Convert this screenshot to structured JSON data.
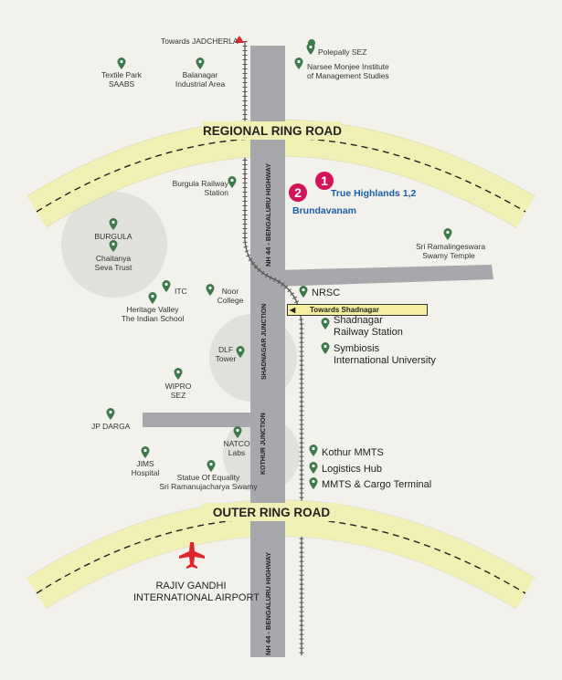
{
  "roads": {
    "regional_ring_road": "REGIONAL RING ROAD",
    "outer_ring_road": "OUTER RING ROAD",
    "highway_upper": "NH 44 - BENGALURU HIGHWAY",
    "highway_lower": "NH 44 - BENGALURU HIGHWAY",
    "towards_jadcherla": "Towards JADCHERLA",
    "towards_shadnagar": "Towards Shadnagar"
  },
  "junctions": {
    "burgula": "BURGULA",
    "shadnagar": "SHADNAGAR JUNCTION",
    "kothur": "KOTHUR JUNCTION"
  },
  "projects": {
    "marker_1": "1",
    "marker_2": "2",
    "true_highlands": "True Highlands 1,2",
    "brundavanam": "Brundavanam"
  },
  "places": {
    "polepally": "Polepally SEZ",
    "narsee_1": "Narsee Monjee Institute",
    "narsee_2": "of Management Studies",
    "textile_1": "Textile Park",
    "textile_2": "SAABS",
    "balanagar_1": "Balanagar",
    "balanagar_2": "Industrial Area",
    "burgula_station_1": "Burgula Railway",
    "burgula_station_2": "Station",
    "chaitanya_1": "Chaitanya",
    "chaitanya_2": "Seva Trust",
    "sri_rama_1": "Sri Ramalingeswara",
    "sri_rama_2": "Swamy Temple",
    "itc": "ITC",
    "noor_1": "Noor",
    "noor_2": "College",
    "heritage_1": "Heritage Valley",
    "heritage_2": "The Indian School",
    "nrsc": "NRSC",
    "shadnagar_station_1": "Shadnagar",
    "shadnagar_station_2": "Railway Station",
    "symbiosis_1": "Symbiosis",
    "symbiosis_2": "International University",
    "dlf_1": "DLF",
    "dlf_2": "Tower",
    "wipro_1": "WIPRO",
    "wipro_2": "SEZ",
    "jp_darga": "JP DARGA",
    "natco_1": "NATCO",
    "natco_2": "Labs",
    "jims_1": "JIMS",
    "jims_2": "Hospital",
    "statue_1": "Statue Of Equality",
    "statue_2": "Sri Ramanujacharya Swamy",
    "kothur_mmts": "Kothur MMTS",
    "logistics_hub": "Logistics Hub",
    "mmts_cargo": "MMTS & Cargo Terminal",
    "airport_1": "RAJIV GANDHI",
    "airport_2": "INTERNATIONAL AIRPORT"
  },
  "colors": {
    "ring_fill": "#f1f0b4",
    "highway": "#a7a8ab",
    "marker": "#d4145a",
    "project_text": "#1a5fa8",
    "pin": "#3d7a4a",
    "airport": "#e0262b",
    "jadcherla_arrow": "#e0262b"
  }
}
